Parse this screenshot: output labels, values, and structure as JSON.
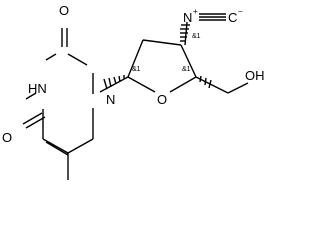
{
  "molecule": {
    "atoms": {
      "o_upper": "O",
      "nh": "HN",
      "o_lower": "O",
      "n1": "N",
      "o_ring": "O",
      "oh": "OH",
      "n_iso": "N",
      "n_charge": "+",
      "c_iso": "C",
      "c_charge": "−"
    },
    "stereo_labels": {
      "c1": "&1",
      "c3": "&1",
      "c4": "&1"
    }
  }
}
